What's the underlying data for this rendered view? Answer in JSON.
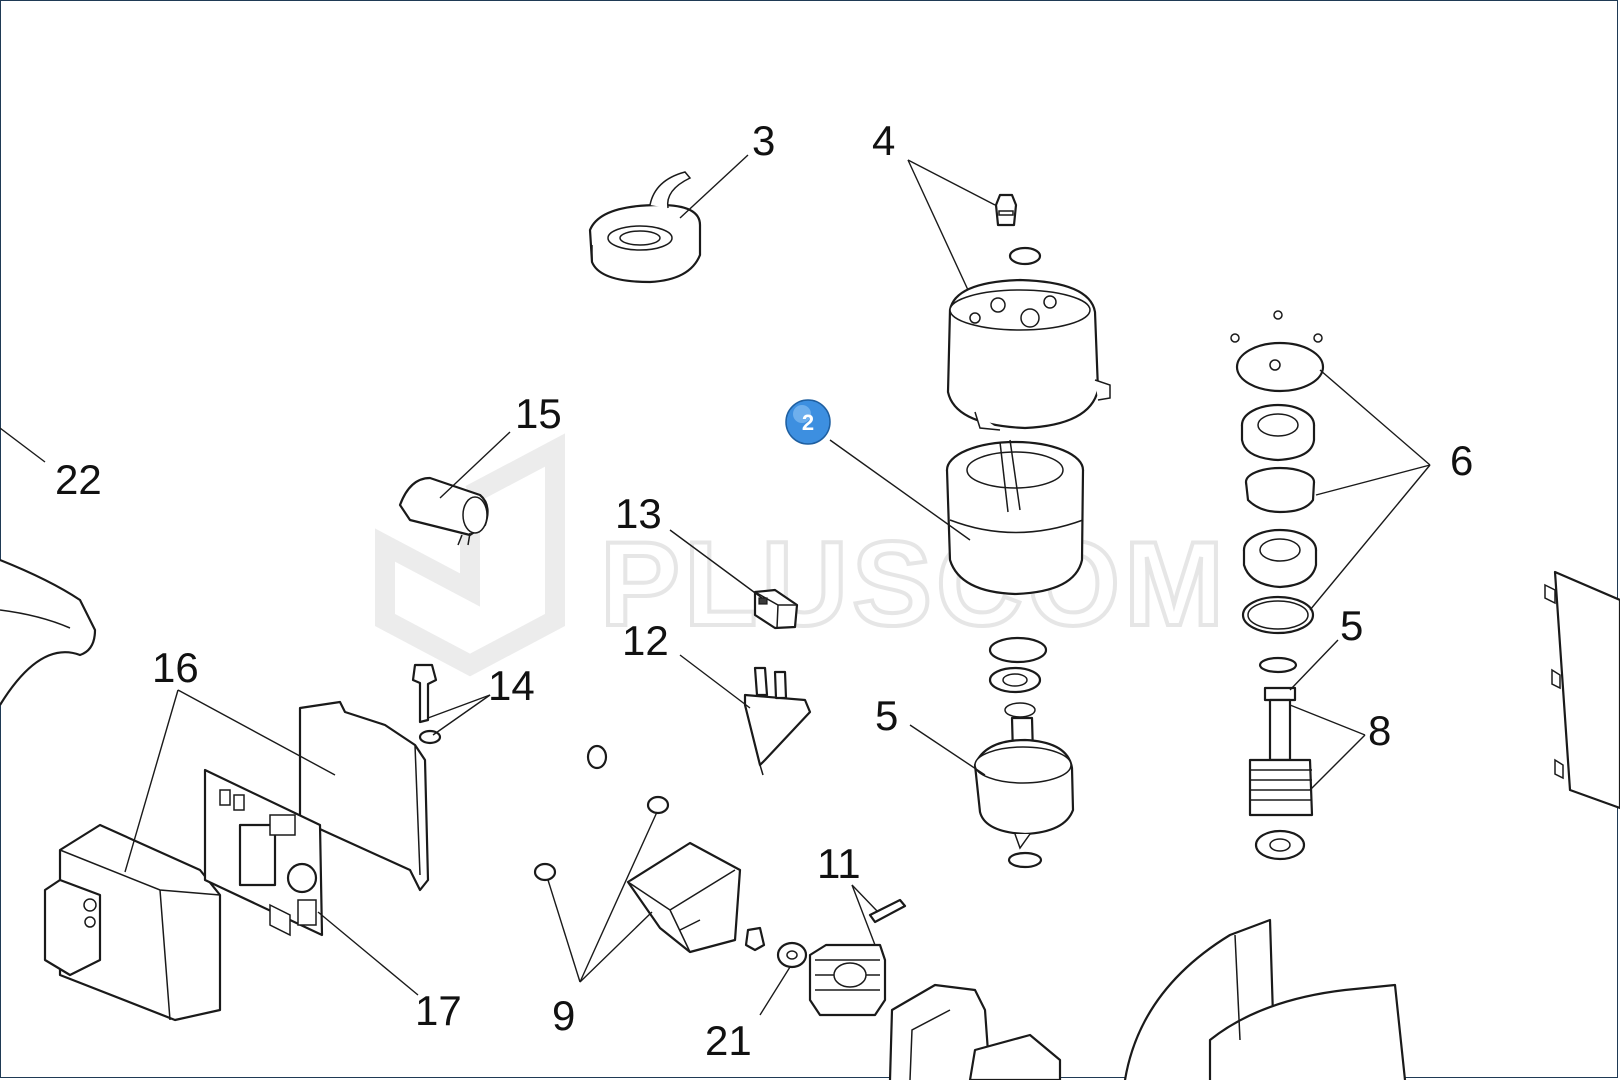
{
  "watermark": {
    "text": "PLUSCOM"
  },
  "badge": {
    "label": "2",
    "color": "#3d8fe0"
  },
  "callouts": {
    "c3": "3",
    "c4": "4",
    "c15": "15",
    "c22": "22",
    "c13": "13",
    "c6": "6",
    "c5_right": "5",
    "c12": "12",
    "c16": "16",
    "c14": "14",
    "c5_left": "5",
    "c8": "8",
    "c11": "11",
    "c17": "17",
    "c9": "9",
    "c21": "21"
  }
}
